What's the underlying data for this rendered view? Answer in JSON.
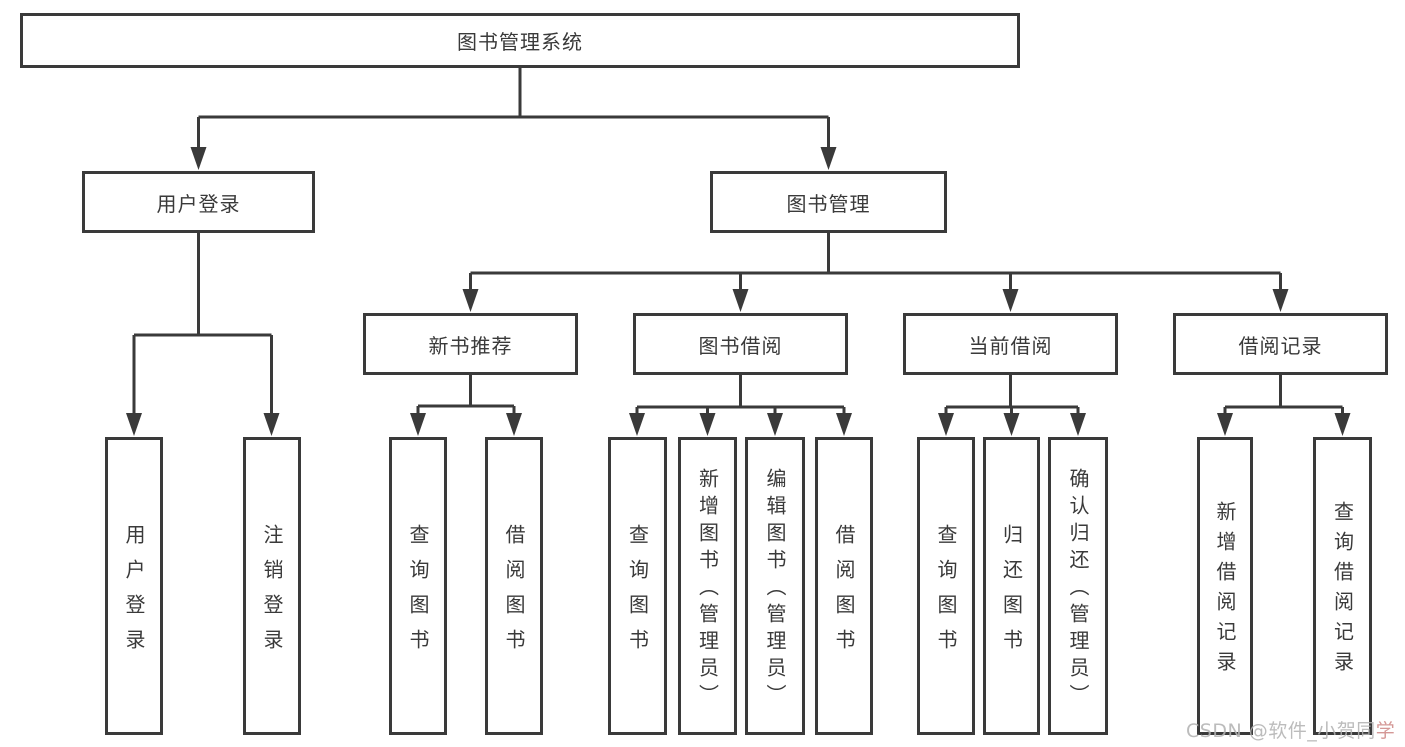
{
  "diagram_title": "图书管理系统",
  "colors": {
    "line": "#3a3a3a",
    "box_border": "#3a3a3a",
    "text": "#3a3a3a",
    "background": "#ffffff",
    "watermark": "#b3b3b3",
    "watermark_accent": "#cf8a88"
  },
  "nodes": {
    "root": "图书管理系统",
    "user_login": "用户登录",
    "book_mgmt": "图书管理",
    "new_book_rec": "新书推荐",
    "book_borrow": "图书借阅",
    "current_borrow": "当前借阅",
    "borrow_records": "借阅记录",
    "user_login_children": [
      "用户登录",
      "注销登录"
    ],
    "new_book_rec_children": [
      "查询图书",
      "借阅图书"
    ],
    "book_borrow_children": [
      "查询图书",
      "新增图书（管理员）",
      "编辑图书（管理员）",
      "借阅图书"
    ],
    "current_borrow_children": [
      "查询图书",
      "归还图书",
      "确认归还（管理员）"
    ],
    "borrow_records_children": [
      "新增借阅记录",
      "查询借阅记录"
    ]
  },
  "watermark": {
    "prefix": "CSDN @软件_小贺同",
    "accent": "学"
  }
}
